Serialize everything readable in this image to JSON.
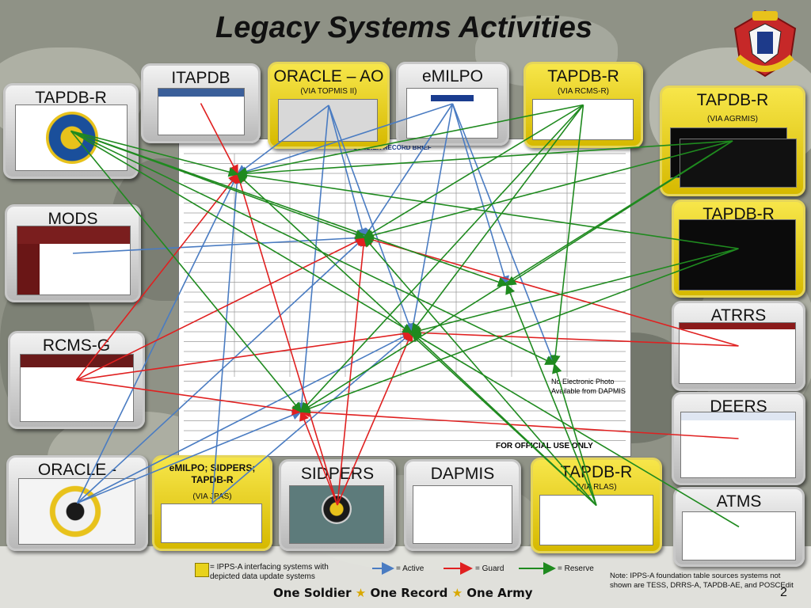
{
  "slide": {
    "title": "Legacy Systems Activities",
    "page_number": "2"
  },
  "record_brief": {
    "header": "SOLDIER RECORD BRIEF",
    "photo_note": "No Electronic Photo Available from DAPMIS",
    "footer": "FOR OFFICIAL USE ONLY"
  },
  "systems": [
    {
      "label": "TAPDB-R",
      "sub": ""
    },
    {
      "label": "ITAPDB",
      "sub": ""
    },
    {
      "label": "ORACLE – AO",
      "sub": "(VIA TOPMIS II)"
    },
    {
      "label": "eMILPO",
      "sub": ""
    },
    {
      "label": "TAPDB-R",
      "sub": "(VIA RCMS-R)"
    },
    {
      "label": "TAPDB-R",
      "sub": "(VIA AGRMIS)"
    },
    {
      "label": "MODS",
      "sub": ""
    },
    {
      "label": "TAPDB-R",
      "sub": ""
    },
    {
      "label": "ATRRS",
      "sub": ""
    },
    {
      "label": "RCMS-G",
      "sub": ""
    },
    {
      "label": "DEERS",
      "sub": ""
    },
    {
      "label": "ATMS",
      "sub": ""
    },
    {
      "label": "ORACLE -",
      "sub": ""
    },
    {
      "label": "eMILPO; SIDPERS; TAPDB-R",
      "sub": "(VIA JPAS)"
    },
    {
      "label": "SIDPERS",
      "sub": ""
    },
    {
      "label": "DAPMIS",
      "sub": ""
    },
    {
      "label": "TAPDB-R",
      "sub": "(VIA RLAS)"
    }
  ],
  "legend": {
    "interfacing": "= IPPS-A interfacing systems with depicted data update systems",
    "active": "= Active",
    "guard": "= Guard",
    "reserve": "= Reserve",
    "colors": {
      "active": "#4a7cc2",
      "guard": "#e02020",
      "reserve": "#1f8a1f",
      "interfacing": "#e8d21b"
    }
  },
  "note": "Note: IPPS-A foundation table sources systems not shown are TESS, DRRS-A, TAPDB-AE, and POSCEdit",
  "tagline": {
    "one_soldier": "One Soldier",
    "one_record": "One Record",
    "one_army": "One Army"
  },
  "connections": {
    "active": [
      [
        2,
        0
      ],
      [
        2,
        1
      ],
      [
        2,
        2
      ],
      [
        2,
        3
      ],
      [
        3,
        0
      ],
      [
        3,
        1
      ],
      [
        3,
        2
      ],
      [
        3,
        4
      ],
      [
        12,
        0
      ],
      [
        12,
        1
      ],
      [
        12,
        2
      ],
      [
        12,
        3
      ],
      [
        13,
        0
      ],
      [
        13,
        2
      ],
      [
        6,
        1
      ],
      [
        3,
        5
      ]
    ],
    "guard": [
      [
        9,
        0
      ],
      [
        9,
        1
      ],
      [
        9,
        2
      ],
      [
        9,
        3
      ],
      [
        14,
        0
      ],
      [
        14,
        1
      ],
      [
        14,
        2
      ],
      [
        14,
        3
      ],
      [
        1,
        0
      ],
      [
        8,
        1
      ],
      [
        8,
        2
      ],
      [
        10,
        3
      ]
    ],
    "reserve": [
      [
        0,
        0
      ],
      [
        0,
        1
      ],
      [
        0,
        2
      ],
      [
        0,
        3
      ],
      [
        0,
        4
      ],
      [
        0,
        5
      ],
      [
        4,
        0
      ],
      [
        4,
        1
      ],
      [
        4,
        2
      ],
      [
        4,
        3
      ],
      [
        4,
        5
      ],
      [
        5,
        0
      ],
      [
        5,
        1
      ],
      [
        5,
        3
      ],
      [
        5,
        4
      ],
      [
        7,
        0
      ],
      [
        7,
        2
      ],
      [
        7,
        3
      ],
      [
        16,
        0
      ],
      [
        16,
        1
      ],
      [
        16,
        2
      ],
      [
        16,
        4
      ],
      [
        16,
        5
      ],
      [
        11,
        2
      ]
    ]
  }
}
